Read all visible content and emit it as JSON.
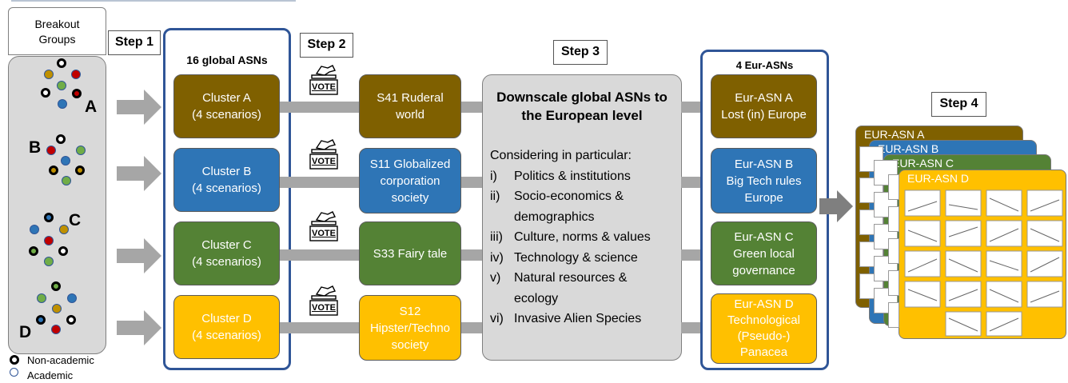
{
  "breakout": {
    "title": "Breakout Groups",
    "groups": [
      "A",
      "B",
      "C",
      "D"
    ],
    "legend": {
      "non_academic": "Non-academic",
      "academic": "Academic"
    }
  },
  "steps": {
    "step1": "Step 1",
    "step2": "Step 2",
    "step3": "Step 3",
    "step4": "Step 4"
  },
  "global_asns": {
    "title": "16 global ASNs",
    "clusters": [
      {
        "name": "Cluster A",
        "detail": "(4 scenarios)",
        "color": "#7f6000"
      },
      {
        "name": "Cluster B",
        "detail": "(4 scenarios)",
        "color": "#2e75b6"
      },
      {
        "name": "Cluster C",
        "detail": "(4 scenarios)",
        "color": "#548235"
      },
      {
        "name": "Cluster D",
        "detail": "(4 scenarios)",
        "color": "#ffc000"
      }
    ]
  },
  "vote_label": "VOTE",
  "selected": [
    {
      "line1": "S41 Ruderal",
      "line2": "world",
      "line3": ""
    },
    {
      "line1": "S11 Globalized",
      "line2": "corporation",
      "line3": "society"
    },
    {
      "line1": "S33 Fairy tale",
      "line2": "",
      "line3": ""
    },
    {
      "line1": "S12",
      "line2": "Hipster/Techno",
      "line3": "society"
    }
  ],
  "downscale": {
    "title_line1": "Downscale global ASNs to",
    "title_line2": "the European level",
    "intro": "Considering in particular:",
    "items": [
      {
        "num": "i)",
        "line1": "Politics & institutions",
        "line2": ""
      },
      {
        "num": "ii)",
        "line1": "Socio-economics &",
        "line2": "demographics"
      },
      {
        "num": "iii)",
        "line1": "Culture, norms & values",
        "line2": ""
      },
      {
        "num": "iv)",
        "line1": "Technology & science",
        "line2": ""
      },
      {
        "num": "v)",
        "line1": "Natural resources &",
        "line2": "ecology"
      },
      {
        "num": "vi)",
        "line1": "Invasive Alien Species",
        "line2": ""
      }
    ]
  },
  "eur_asns": {
    "title": "4 Eur-ASNs",
    "items": [
      {
        "line1": "Eur-ASN A",
        "line2": "Lost (in) Europe",
        "line3": "",
        "line4": ""
      },
      {
        "line1": "Eur-ASN B",
        "line2": "Big Tech rules",
        "line3": "Europe",
        "line4": ""
      },
      {
        "line1": "Eur-ASN C",
        "line2": "Green local",
        "line3": "governance",
        "line4": ""
      },
      {
        "line1": "Eur-ASN D",
        "line2": "Technological",
        "line3": "(Pseudo-)",
        "line4": "Panacea"
      }
    ]
  },
  "cards": [
    {
      "title": "EUR-ASN A",
      "color": "#7f6000"
    },
    {
      "title": "EUR-ASN B",
      "color": "#2e75b6"
    },
    {
      "title": "EUR-ASN C",
      "color": "#548235"
    },
    {
      "title": "EUR-ASN D",
      "color": "#ffc000"
    }
  ]
}
